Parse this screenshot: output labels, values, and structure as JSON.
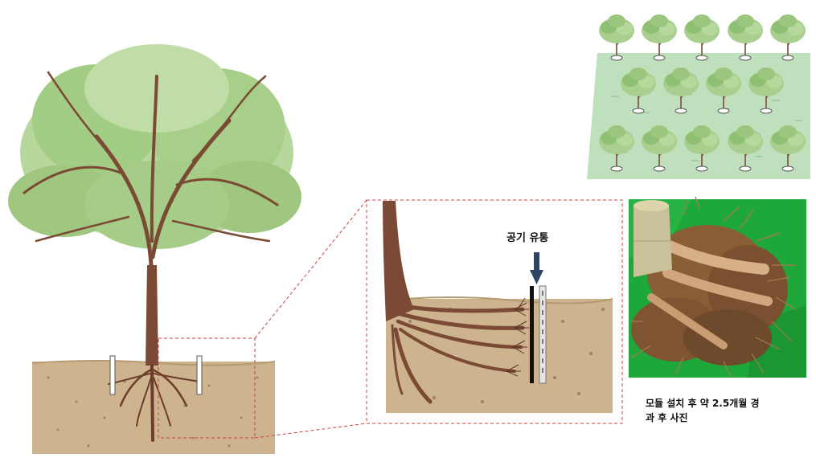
{
  "labels": {
    "air_flow": "공기 유통",
    "caption_line1": "모듈 설치 후 약 2.5개월 경",
    "caption_line2": "과 후 사진"
  },
  "colors": {
    "soil": "#cdb48f",
    "trunk": "#7a4a35",
    "leaf": "#9cc67d",
    "field": "#bfe0bd",
    "photo_bg": "#1fa83a",
    "dashed_box": "#d04040"
  }
}
